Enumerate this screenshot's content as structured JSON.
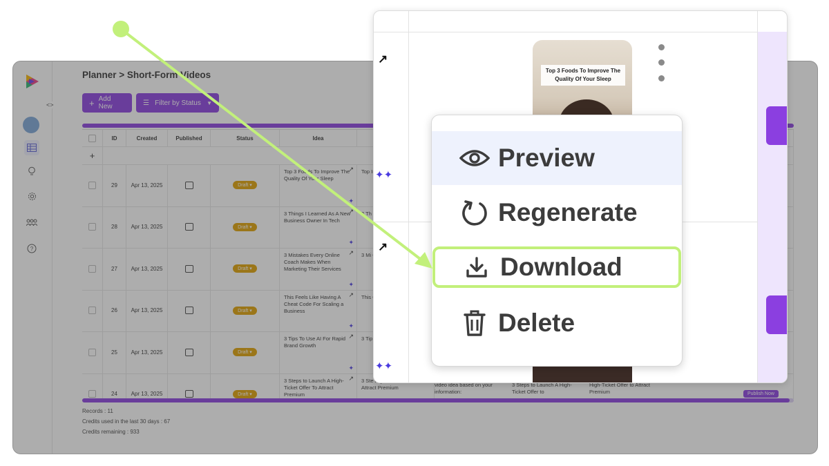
{
  "app": {
    "breadcrumb": "Planner > Short-Form Videos",
    "add_new_label": "Add New",
    "filter_label": "Filter by Status",
    "collapse_glyph": "<>",
    "sidebar_icons": [
      "user-icon",
      "table-icon",
      "lightbulb-icon",
      "settings-icon",
      "team-icon",
      "help-icon"
    ],
    "table": {
      "headers": [
        "ID",
        "Created",
        "Published",
        "Status",
        "Idea"
      ],
      "add_row_glyph": "+",
      "rows": [
        {
          "id": "29",
          "created": "Apr 13, 2025",
          "status": "Draft",
          "idea": "Top 3 Foods To Improve The Quality Of Your Sleep",
          "idea_next": "Top Impr Your"
        },
        {
          "id": "28",
          "created": "Apr 13, 2025",
          "status": "Draft",
          "idea": "3 Things I Learned As A New Business Owner In Tech",
          "idea_next": "3 Th New Tech"
        },
        {
          "id": "27",
          "created": "Apr 13, 2025",
          "status": "Draft",
          "idea": "3 Mistakes Every Online Coach Makes When Marketing Their Services",
          "idea_next": "3 Mi Coac Mark Serv"
        },
        {
          "id": "26",
          "created": "Apr 13, 2025",
          "status": "Draft",
          "idea": "This Feels Like Having A Cheat Code For Scaling a Business",
          "idea_next": "This Chea Scal"
        },
        {
          "id": "25",
          "created": "Apr 13, 2025",
          "status": "Draft",
          "idea": "3 Tips To Use AI For Rapid Brand Growth",
          "idea_next": "3 Tip Rapi"
        },
        {
          "id": "24",
          "created": "Apr 13, 2025",
          "status": "Draft",
          "idea": "3 Steps to Launch A High-Ticket Offer To Attract Premium",
          "idea_next": "3 Ste High-Ticket Offer To Attract Premium"
        }
      ],
      "row24_extra": [
        "video idea based on your information:",
        "3 Steps to Launch A High-Ticket Offer to",
        "High-Ticket Offer to Attract Premium"
      ],
      "publish_now": "Publish Now"
    },
    "footer": {
      "records": "Records : 11",
      "credits_used": "Credits used in the last 30 days : 67",
      "credits_remaining": "Credits remaining : 933"
    }
  },
  "zoom": {
    "thumbnail_title": "Top 3 Foods To Improve The Quality Of Your Sleep",
    "menu": {
      "items": [
        {
          "label": "Preview",
          "icon": "eye-icon"
        },
        {
          "label": "Regenerate",
          "icon": "refresh-icon"
        },
        {
          "label": "Download",
          "icon": "download-icon",
          "highlighted": true
        },
        {
          "label": "Delete",
          "icon": "trash-icon"
        }
      ]
    }
  },
  "colors": {
    "accent": "#8b3fe0",
    "draft_badge": "#e0a100",
    "highlight": "#c2f07b",
    "menu_hover": "#eef2fd"
  }
}
